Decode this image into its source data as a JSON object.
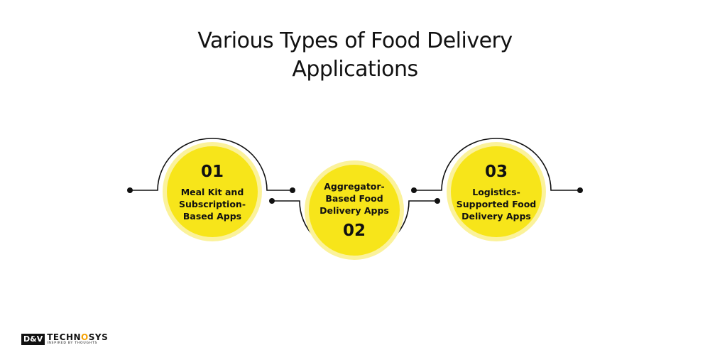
{
  "title": {
    "line1": "Various Types of Food Delivery",
    "line2": "Applications"
  },
  "steps": [
    {
      "number": "01",
      "label_lines": [
        "Meal Kit and",
        "Subscription-",
        "Based Apps"
      ]
    },
    {
      "number": "02",
      "label_lines": [
        "Aggregator-",
        "Based Food",
        "Delivery Apps"
      ]
    },
    {
      "number": "03",
      "label_lines": [
        "Logistics-",
        "Supported Food",
        "Delivery Apps"
      ]
    }
  ],
  "logo": {
    "box_text": "D&V",
    "brand_prefix": "TECHN",
    "brand_o": "O",
    "brand_suffix": "SYS",
    "tagline": "INSPIRED BY THOUGHTS"
  },
  "colors": {
    "circle_fill": "#f7e51a",
    "circle_halo": "#fbf29b",
    "line": "#111111",
    "logo_accent": "#f5a000"
  }
}
